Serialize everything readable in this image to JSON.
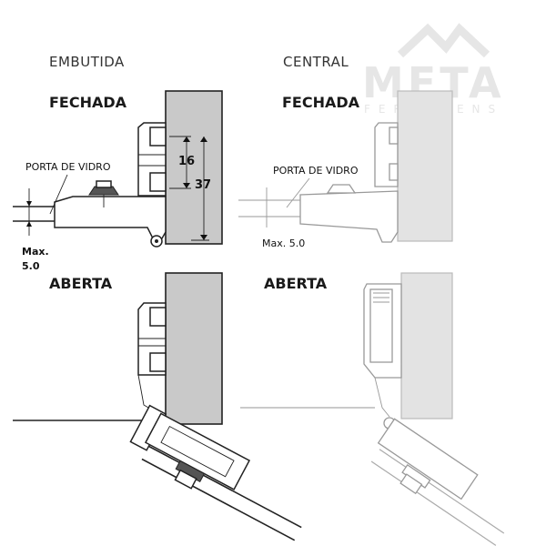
{
  "brand": {
    "name": "META",
    "sub": "FERRAGENS"
  },
  "columns": [
    {
      "title": "EMBUTIDA",
      "closed_label": "FECHADA",
      "open_label": "ABERTA",
      "glass_label": "PORTA DE VIDRO",
      "max_label_line1": "Max.",
      "max_label_line2": "5.0",
      "dim_a": "16",
      "dim_b": "37"
    },
    {
      "title": "CENTRAL",
      "closed_label": "FECHADA",
      "open_label": "ABERTA",
      "glass_label": "PORTA DE VIDRO",
      "max_label": "Max. 5.0"
    }
  ]
}
